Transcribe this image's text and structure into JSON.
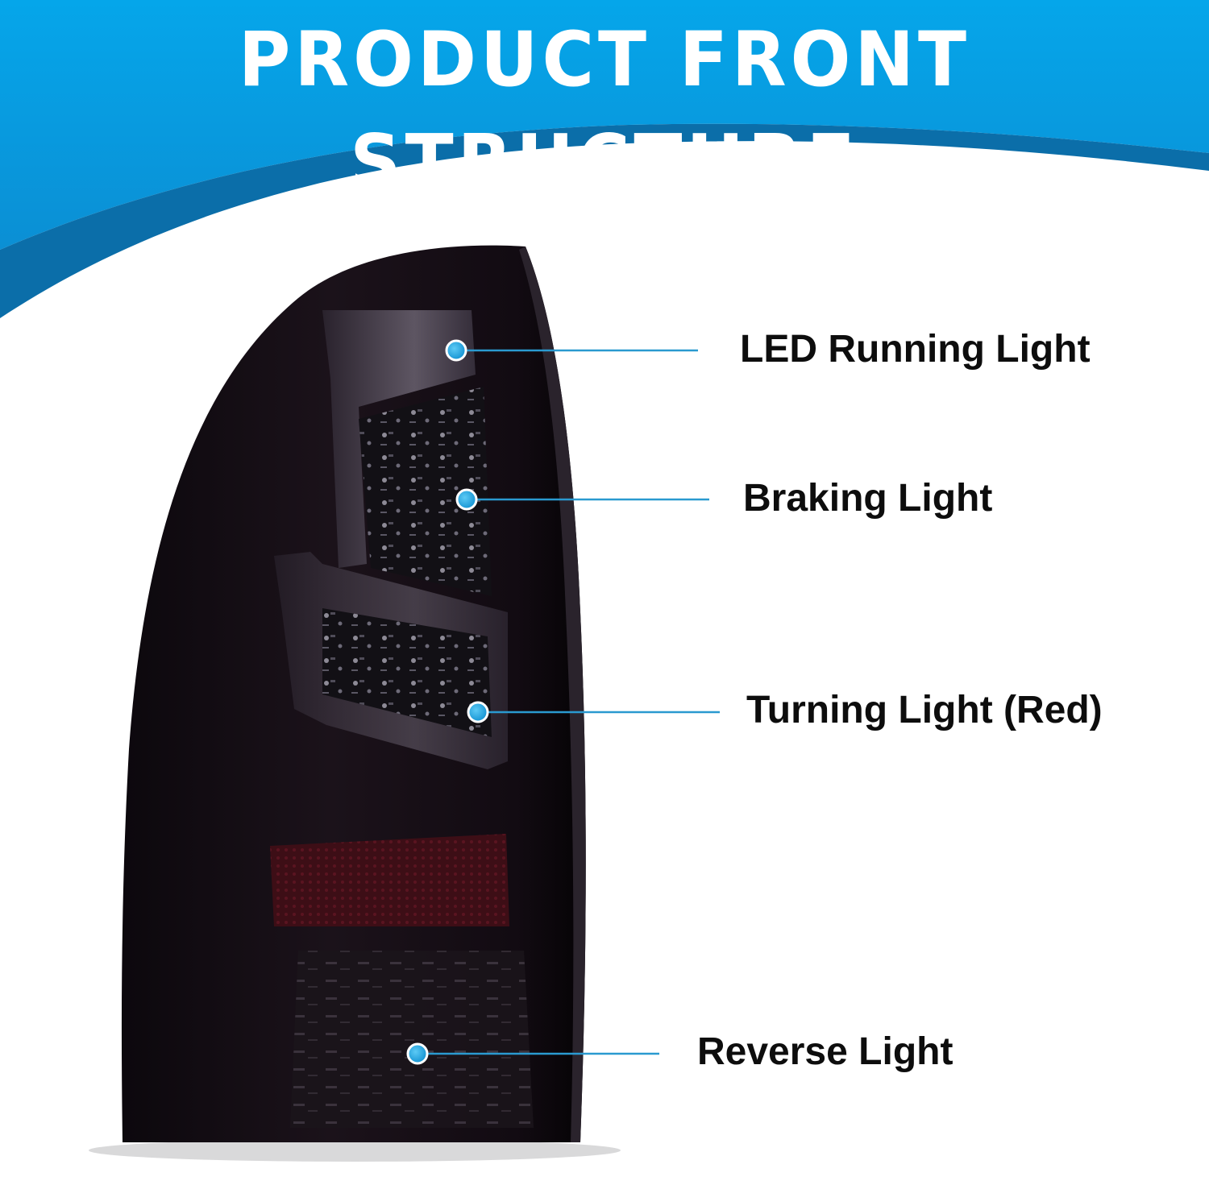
{
  "header": {
    "title": "PRODUCT FRONT STRUCTURE"
  },
  "callouts": [
    {
      "label": "LED Running Light"
    },
    {
      "label": "Braking Light"
    },
    {
      "label": "Turning Light (Red)"
    },
    {
      "label": "Reverse Light"
    }
  ],
  "colors": {
    "banner_blue": "#0a9fe0",
    "banner_dark_blue": "#0a6fae",
    "lamp_body": "#140c14",
    "marker_blue": "#1aa3df",
    "leader_line": "#2a9ad0"
  }
}
